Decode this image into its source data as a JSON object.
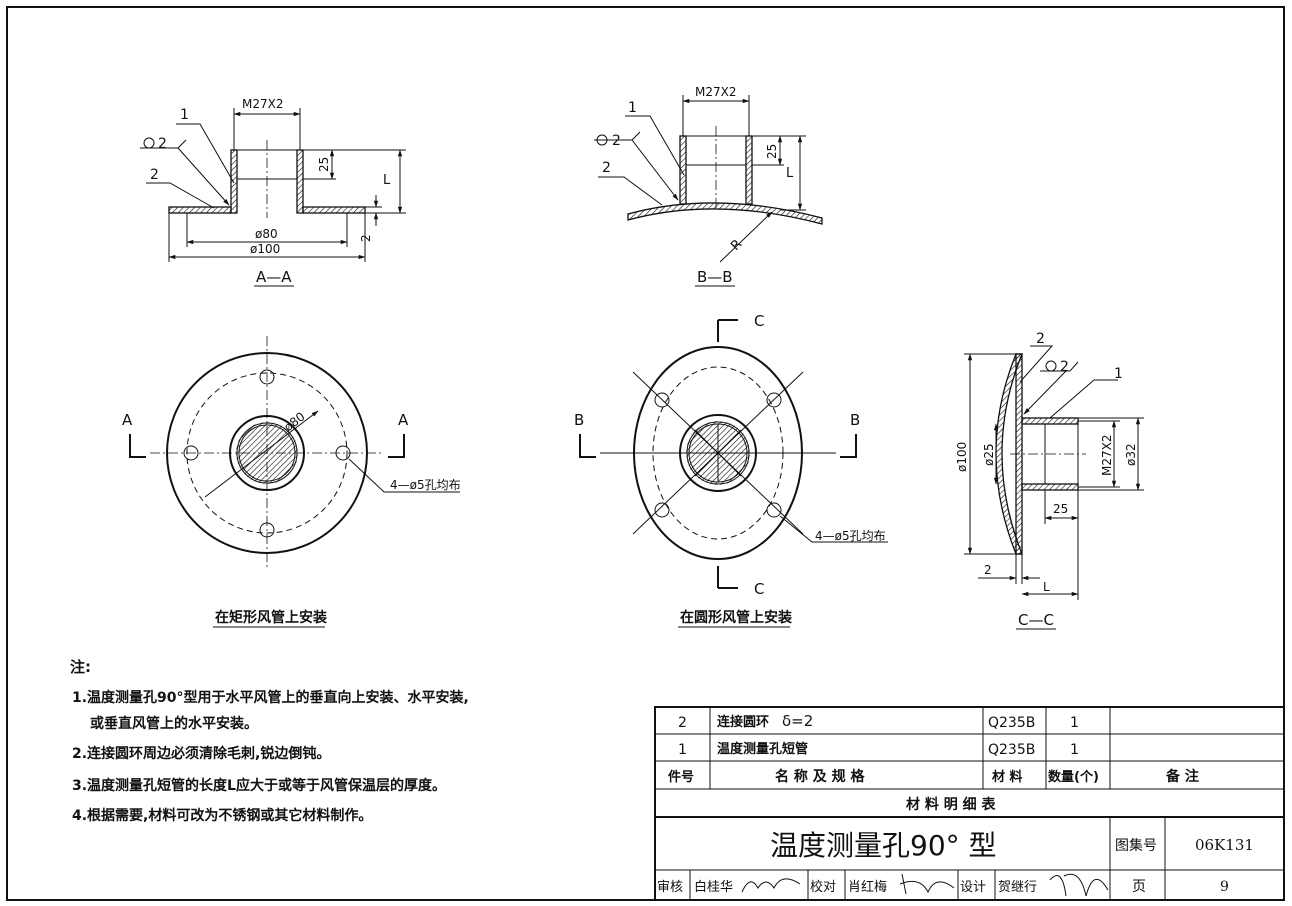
{
  "views": {
    "aa": {
      "label_thread": "M27X2",
      "callout_1": "1",
      "callout_2": "2",
      "weld_num": "2",
      "dim_25": "25",
      "dim_L": "L",
      "dim_2": "2",
      "dim_d80": "ø80",
      "dim_d100": "ø100",
      "section": "A—A"
    },
    "bb": {
      "label_thread": "M27X2",
      "callout_1": "1",
      "callout_2": "2",
      "weld_num": "2",
      "dim_25": "25",
      "dim_L": "L",
      "dim_R": "R",
      "section": "B—B"
    },
    "rect_plan": {
      "cut_left": "A",
      "cut_right": "A",
      "dim_d80": "ø80",
      "holes_note": "4—ø5孔均布",
      "caption": "在矩形风管上安装"
    },
    "round_plan": {
      "cut_top": "C",
      "cut_bottom": "C",
      "cut_left": "B",
      "cut_right": "B",
      "holes_note": "4—ø5孔均布",
      "caption": "在圆形风管上安装"
    },
    "cc": {
      "callout_2": "2",
      "callout_1": "1",
      "weld_num": "2",
      "dim_d100": "ø100",
      "dim_d25": "ø25",
      "dim_thread": "M27X2",
      "dim_d32": "ø32",
      "dim_25": "25",
      "dim_2": "2",
      "dim_L": "L",
      "section": "C—C"
    }
  },
  "notes": {
    "title": "注:",
    "items": [
      "1.温度测量孔90°型用于水平风管上的垂直向上安装、水平安装,",
      "或垂直风管上的水平安装。",
      "2.连接圆环周边必须清除毛刺,锐边倒钝。",
      "3.温度测量孔短管的长度L应大于或等于风管保温层的厚度。",
      "4.根据需要,材料可改为不锈钢或其它材料制作。"
    ]
  },
  "parts_table": {
    "rows": [
      {
        "no": "2",
        "name": "连接圆环",
        "spec": "δ=2",
        "material": "Q235B",
        "qty": "1",
        "remark": ""
      },
      {
        "no": "1",
        "name": "温度测量孔短管",
        "spec": "",
        "material": "Q235B",
        "qty": "1",
        "remark": ""
      }
    ],
    "header": {
      "no": "件号",
      "name": "名 称 及 规 格",
      "material": "材 料",
      "qty": "数量(个)",
      "remark": "备  注"
    },
    "caption": "材 料 明 细 表"
  },
  "title_block": {
    "title": "温度测量孔90° 型",
    "atlas_label": "图集号",
    "atlas_no": "06K131",
    "page_label": "页",
    "page_no": "9",
    "review_label": "审核",
    "review_name": "白桂华",
    "check_label": "校对",
    "check_name": "肖红梅",
    "design_label": "设计",
    "design_name": "贺继行"
  }
}
